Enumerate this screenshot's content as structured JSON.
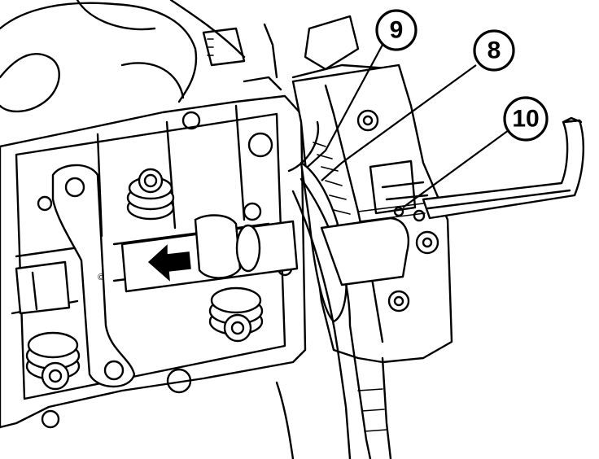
{
  "callouts": [
    {
      "id": "9",
      "label": "9"
    },
    {
      "id": "8",
      "label": "8"
    },
    {
      "id": "10",
      "label": "10"
    }
  ]
}
